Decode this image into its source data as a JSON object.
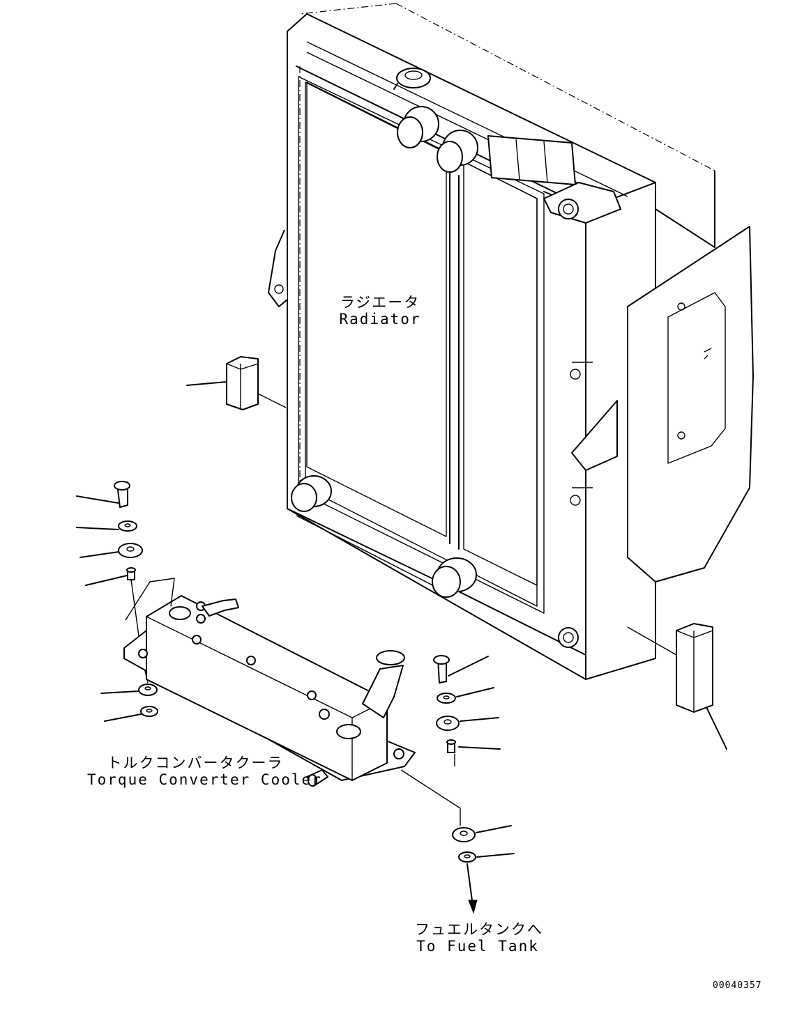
{
  "labels": {
    "radiator_jp": "ラジエータ",
    "radiator_en": "Radiator",
    "cooler_jp": "トルクコンバータクーラ",
    "cooler_en": "Torque Converter Cooler",
    "fuel_jp": "フュエルタンクへ",
    "fuel_en": "To Fuel Tank"
  },
  "drawing_number": "00040357",
  "colors": {
    "line": "#000000",
    "background": "#ffffff"
  }
}
